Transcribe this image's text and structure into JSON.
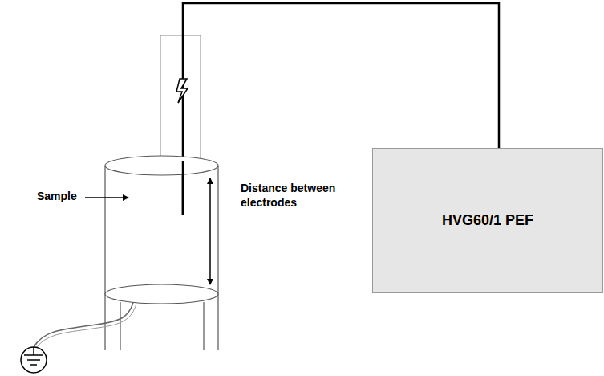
{
  "diagram": {
    "nodes": [
      {
        "text": [
          "HVG60/1 PEF"
        ]
      }
    ],
    "labels": [
      "Sample",
      "Distance between electrodes"
    ]
  }
}
